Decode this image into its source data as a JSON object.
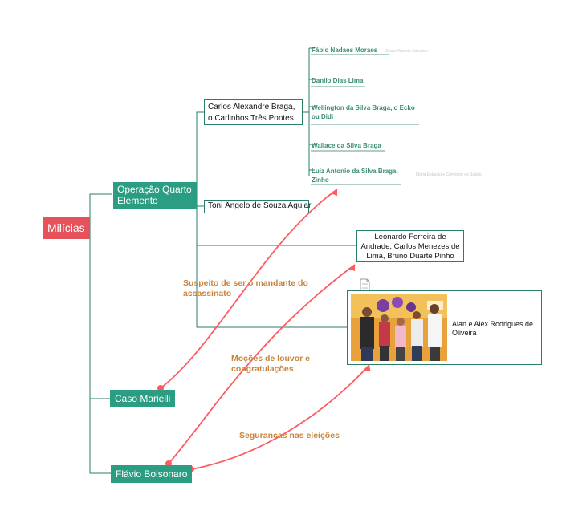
{
  "root": {
    "label": "Milícias"
  },
  "branches": {
    "operacao": {
      "label": "Operação Quarto Elemento"
    },
    "marielli": {
      "label": "Caso Marielli"
    },
    "flavio": {
      "label": "Flávio Bolsonaro"
    }
  },
  "children": {
    "carlos": {
      "label": "Carlos Alexandre Braga, o Carlinhos Três Pontes"
    },
    "toni": {
      "label": "Toni Ângelo de Souza Aguiar"
    },
    "leonardo": {
      "label": "Leonardo Ferreira de Andrade, Carlos Menezes de Lima, Bruno Duarte Pinho"
    },
    "alan": {
      "label": "Alan e Alex Rodrigues de Oliveira"
    }
  },
  "leaves": [
    {
      "label": "Fábio Nadaes Moraes",
      "note": "Sauer Antonio Salvatori"
    },
    {
      "label": "Danilo Dias Lima",
      "note": ""
    },
    {
      "label": "Wellington da Silva Braga, o Ecko ou Didi",
      "note": ""
    },
    {
      "label": "Wallace da Silva Braga",
      "note": ""
    },
    {
      "label": "Luiz Antonio da Silva Braga, Zinho",
      "note": "Maria Estação e Comércio de Sabão"
    }
  ],
  "relations": [
    {
      "label": "Suspeito de ser o mandante do assassinato"
    },
    {
      "label": "Moções de louvor e congratulações"
    },
    {
      "label": "Seguranças nas eleições"
    }
  ],
  "colors": {
    "root": "#e5525b",
    "branch": "#2a9d83",
    "line": "#2a7d6a",
    "relation_line": "#ff5a60",
    "relation_text": "#c8843d"
  },
  "icons": {
    "attachment": "document-icon"
  }
}
